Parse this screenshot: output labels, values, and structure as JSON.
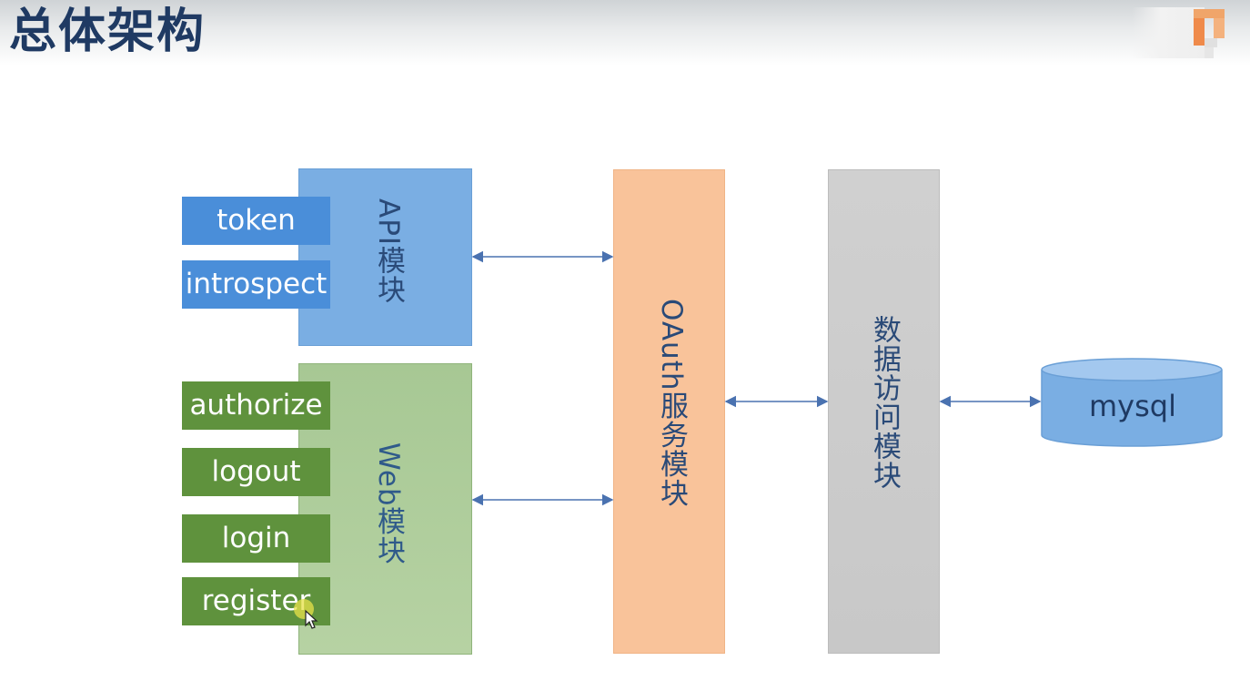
{
  "title": "总体架构",
  "modules": {
    "api": "API模块",
    "web": "Web模块",
    "oauth": "OAuth服务模块",
    "data_access": "数据访问模块"
  },
  "api_endpoints": [
    "token",
    "introspect"
  ],
  "web_endpoints": [
    "authorize",
    "logout",
    "login",
    "register"
  ],
  "database": "mysql",
  "colors": {
    "api": "#7aaee3",
    "api_endpoint": "#4a8ed9",
    "web": "#a9c996",
    "web_endpoint": "#5f923d",
    "oauth": "#f9c39a",
    "data_access": "#cccccc",
    "database": "#7aaee3",
    "arrow": "#4a72b0",
    "title": "#1f3a63"
  }
}
